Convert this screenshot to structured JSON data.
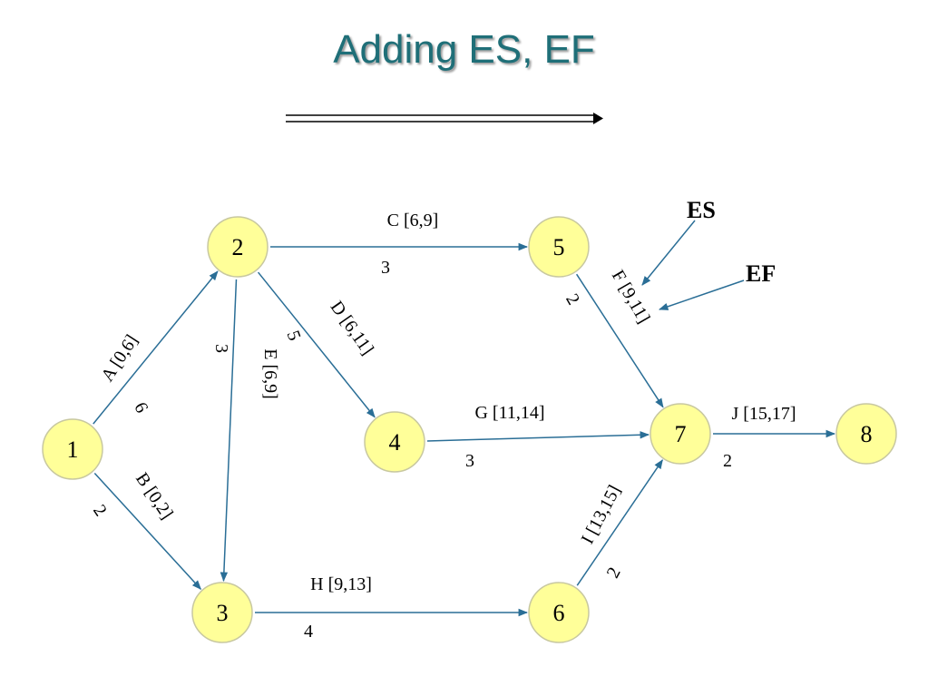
{
  "title": "Adding ES, EF",
  "colors": {
    "title": "#1f6f78",
    "node_fill": "#ffff99",
    "node_stroke": "#c8c8a0",
    "edge": "#2a6e96"
  },
  "legend": {
    "es": "ES",
    "ef": "EF"
  },
  "nodes": [
    {
      "id": "1",
      "label": "1"
    },
    {
      "id": "2",
      "label": "2"
    },
    {
      "id": "3",
      "label": "3"
    },
    {
      "id": "4",
      "label": "4"
    },
    {
      "id": "5",
      "label": "5"
    },
    {
      "id": "6",
      "label": "6"
    },
    {
      "id": "7",
      "label": "7"
    },
    {
      "id": "8",
      "label": "8"
    }
  ],
  "activities": [
    {
      "from": "1",
      "to": "2",
      "label": "A [0,6]",
      "duration": "6"
    },
    {
      "from": "1",
      "to": "3",
      "label": "B [0,2]",
      "duration": "2"
    },
    {
      "from": "2",
      "to": "5",
      "label": "C [6,9]",
      "duration": "3"
    },
    {
      "from": "2",
      "to": "4",
      "label": "D [6,11]",
      "duration": "5"
    },
    {
      "from": "2",
      "to": "3",
      "label": "E [6,9]",
      "duration": "3"
    },
    {
      "from": "5",
      "to": "7",
      "label": "F [9,11]",
      "duration": "2"
    },
    {
      "from": "4",
      "to": "7",
      "label": "G [11,14]",
      "duration": "3"
    },
    {
      "from": "3",
      "to": "6",
      "label": "H [9,13]",
      "duration": "4"
    },
    {
      "from": "6",
      "to": "7",
      "label": "I [13,15]",
      "duration": "2"
    },
    {
      "from": "7",
      "to": "8",
      "label": "J [15,17]",
      "duration": "2"
    }
  ]
}
